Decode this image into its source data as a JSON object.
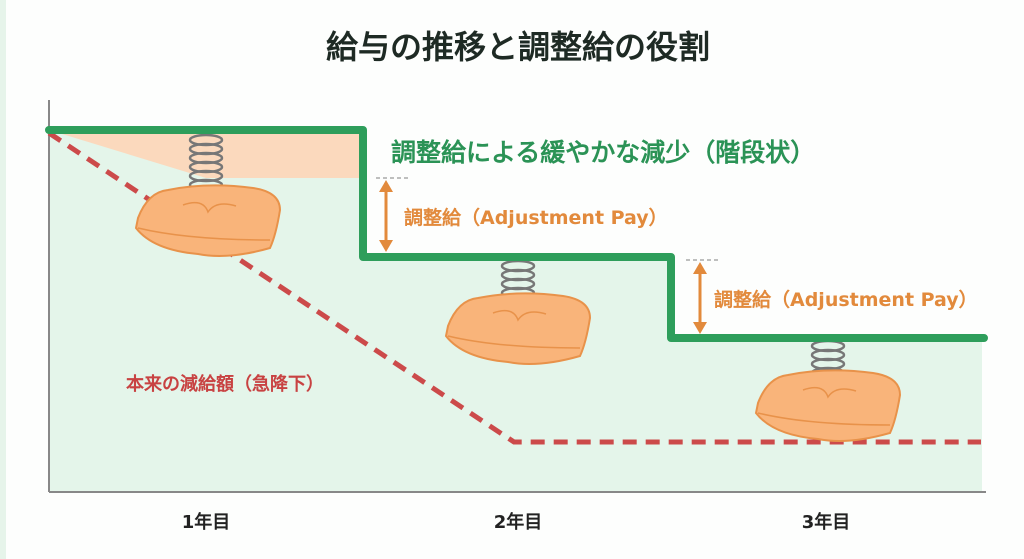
{
  "title": "給与の推移と調整給の役割",
  "labels": {
    "stepped": "調整給による緩やかな減少（階段状）",
    "adjustment_1": "調整給（Adjustment Pay）",
    "adjustment_2": "調整給（Adjustment Pay）",
    "original": "本来の減給額（急降下）"
  },
  "x_ticks": [
    "1年目",
    "2年目",
    "3年目"
  ],
  "colors": {
    "green": "#2e9e5b",
    "red": "#cc4a4a",
    "orange": "#e28a3c",
    "peach": "#fbd9bd",
    "fill": "#e4f5ea"
  },
  "icons": [
    "spring-icon",
    "cushion-icon"
  ]
}
